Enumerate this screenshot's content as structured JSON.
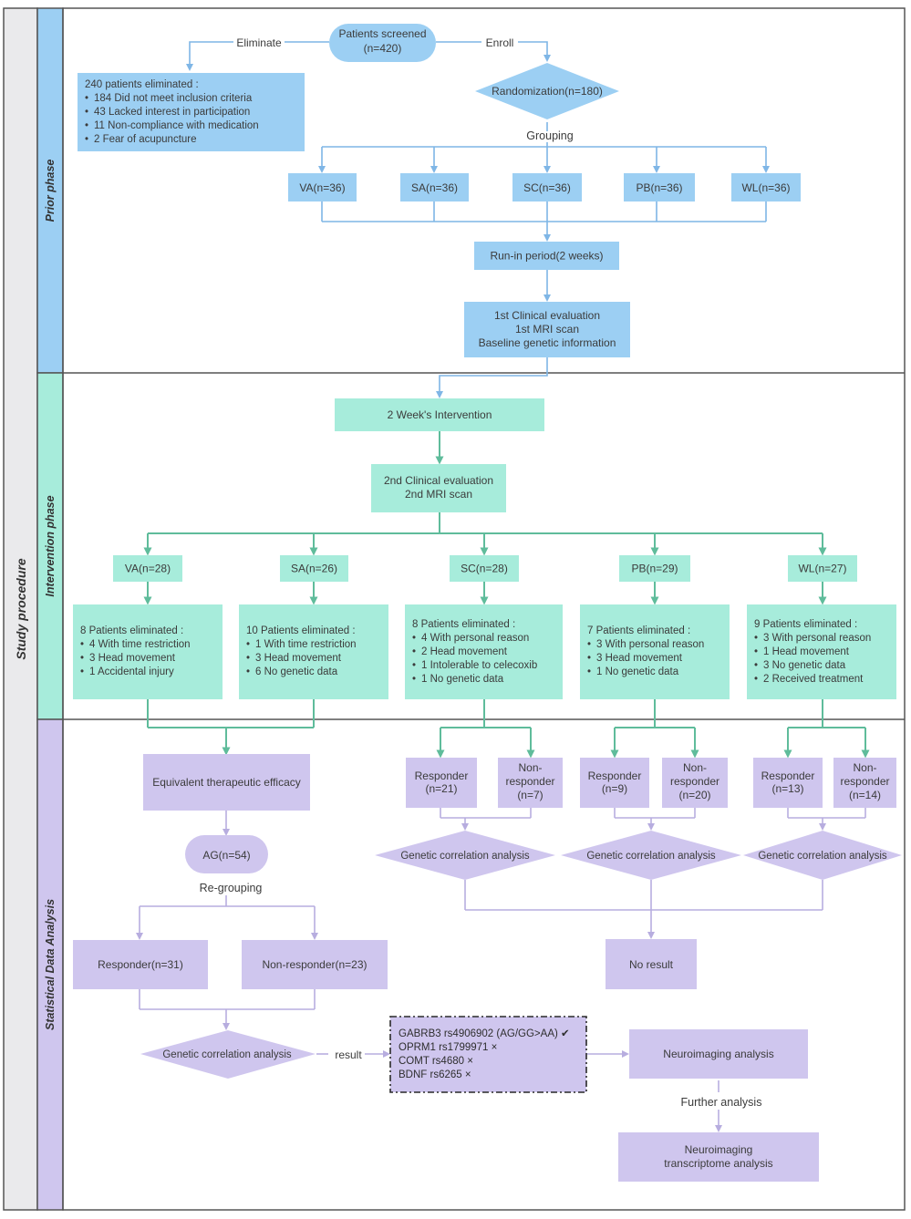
{
  "colors": {
    "blue_fill": "#9ccff3",
    "blue_line": "#7fb6e6",
    "green_fill": "#a7ecdb",
    "green_line": "#5fbc9b",
    "purple_fill": "#cfc6ee",
    "purple_line": "#b7addf",
    "outer_strip": "#eaeaec",
    "ink": "#3b3b3b"
  },
  "labels": {
    "study_procedure": "Study procedure",
    "prior_phase": "Prior phase",
    "intervention_phase": "Intervention phase",
    "statistical_phase": "Statistical Data Analysis"
  },
  "prior": {
    "screened_line1": "Patients screened",
    "screened_line2": "(n=420)",
    "eliminate": "Eliminate",
    "enroll": "Enroll",
    "elim_title": "240 patients eliminated :",
    "elim_items": [
      "184 Did not meet inclusion criteria",
      "43 Lacked interest in participation",
      "11  Non-compliance with medication",
      "2  Fear of acupuncture"
    ],
    "randomization": "Randomization(n=180)",
    "grouping": "Grouping",
    "groups": [
      "VA(n=36)",
      "SA(n=36)",
      "SC(n=36)",
      "PB(n=36)",
      "WL(n=36)"
    ],
    "run_in": "Run-in period(2 weeks)",
    "baseline": [
      "1st Clinical evaluation",
      "1st MRI scan",
      "Baseline genetic information"
    ]
  },
  "intervention": {
    "intervention": "2 Week's Intervention",
    "second_eval": [
      "2nd Clinical evaluation",
      "2nd MRI scan"
    ],
    "groups": [
      "VA(n=28)",
      "SA(n=26)",
      "SC(n=28)",
      "PB(n=29)",
      "WL(n=27)"
    ],
    "eliminated": [
      {
        "title": "8 Patients eliminated :",
        "items": [
          "4 With time restriction",
          "3 Head movement",
          "1 Accidental injury"
        ]
      },
      {
        "title": "10 Patients eliminated :",
        "items": [
          "1 With time restriction",
          "3 Head movement",
          "6 No genetic data"
        ]
      },
      {
        "title": "8 Patients eliminated :",
        "items": [
          "4 With personal reason",
          "2 Head movement",
          "1 Intolerable to celecoxib",
          "1 No genetic data"
        ]
      },
      {
        "title": "7 Patients eliminated :",
        "items": [
          "3 With personal reason",
          "3 Head movement",
          "1 No genetic data"
        ]
      },
      {
        "title": "9 Patients eliminated :",
        "items": [
          "3 With personal reason",
          "1 Head movement",
          "3 No genetic data",
          "2 Received treatment"
        ]
      }
    ]
  },
  "analysis": {
    "equivalent": "Equivalent therapeutic efficacy",
    "ag": "AG(n=54)",
    "regrouping": "Re-grouping",
    "responder": "Responder(n=31)",
    "nonresponder": "Non-responder(n=23)",
    "gca": "Genetic correlation analysis",
    "result": "result",
    "genes": [
      "GABRB3 rs4906902 (AG/GG>AA) ✔",
      "OPRM1 rs1799971  ×",
      "COMT rs4680  ×",
      "BDNF rs6265  ×"
    ],
    "neuroimaging": "Neuroimaging analysis",
    "further": "Further analysis",
    "transcriptome": [
      "Neuroimaging",
      "transcriptome analysis"
    ],
    "no_result": "No result",
    "sc": {
      "resp": [
        "Responder",
        "(n=21)"
      ],
      "non": [
        "Non-",
        "responder",
        "(n=7)"
      ]
    },
    "pb": {
      "resp": [
        "Responder",
        "(n=9)"
      ],
      "non": [
        "Non-",
        "responder",
        "(n=20)"
      ]
    },
    "wl": {
      "resp": [
        "Responder",
        "(n=13)"
      ],
      "non": [
        "Non-",
        "responder",
        "(n=14)"
      ]
    }
  }
}
